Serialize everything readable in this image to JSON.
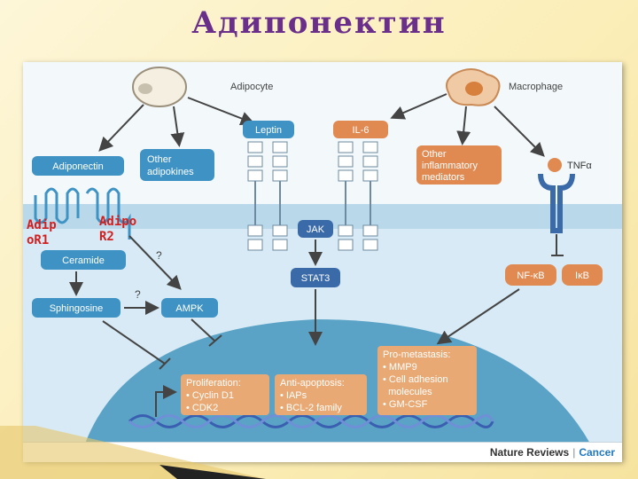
{
  "slide_title": "Адипонектин",
  "nodes": {
    "adipocyte": "Adipocyte",
    "macrophage": "Macrophage",
    "leptin": "Leptin",
    "il6": "IL-6",
    "adiponectin": "Adiponectin",
    "other_adipokines": [
      "Other",
      "adipokines"
    ],
    "other_mediators": [
      "Other",
      "inflammatory",
      "mediators"
    ],
    "tnf": "TNFα",
    "jak": "JAK",
    "stat3": "STAT3",
    "ceramide": "Ceramide",
    "sphingosine": "Sphingosine",
    "ampk": "AMPK",
    "nfkb": "NF-κB",
    "ikb": "IκB",
    "q1": "?",
    "q2": "?"
  },
  "boxes": {
    "proliferation": [
      "Proliferation:",
      "• Cyclin D1",
      "• CDK2"
    ],
    "anti_apoptosis": [
      "Anti-apoptosis:",
      "• IAPs",
      "• BCL-2 family"
    ],
    "pro_metastasis": [
      "Pro-metastasis:",
      "• MMP9",
      "• Cell adhesion",
      "  molecules",
      "• GM-CSF"
    ]
  },
  "receptor_labels": {
    "adipor1": "Adip\noR1",
    "adipor2": "Adipo\nR2"
  },
  "credit": {
    "journal": "Nature Reviews",
    "separator": "|",
    "section": "Cancer"
  },
  "colors": {
    "title": "#6a2f8a",
    "blue_node": "#3f93c4",
    "orange_node": "#e08a52",
    "nucleus": "#5aa3c6",
    "membrane": "#b9d9ea",
    "receptor_label": "#d41d1d"
  }
}
